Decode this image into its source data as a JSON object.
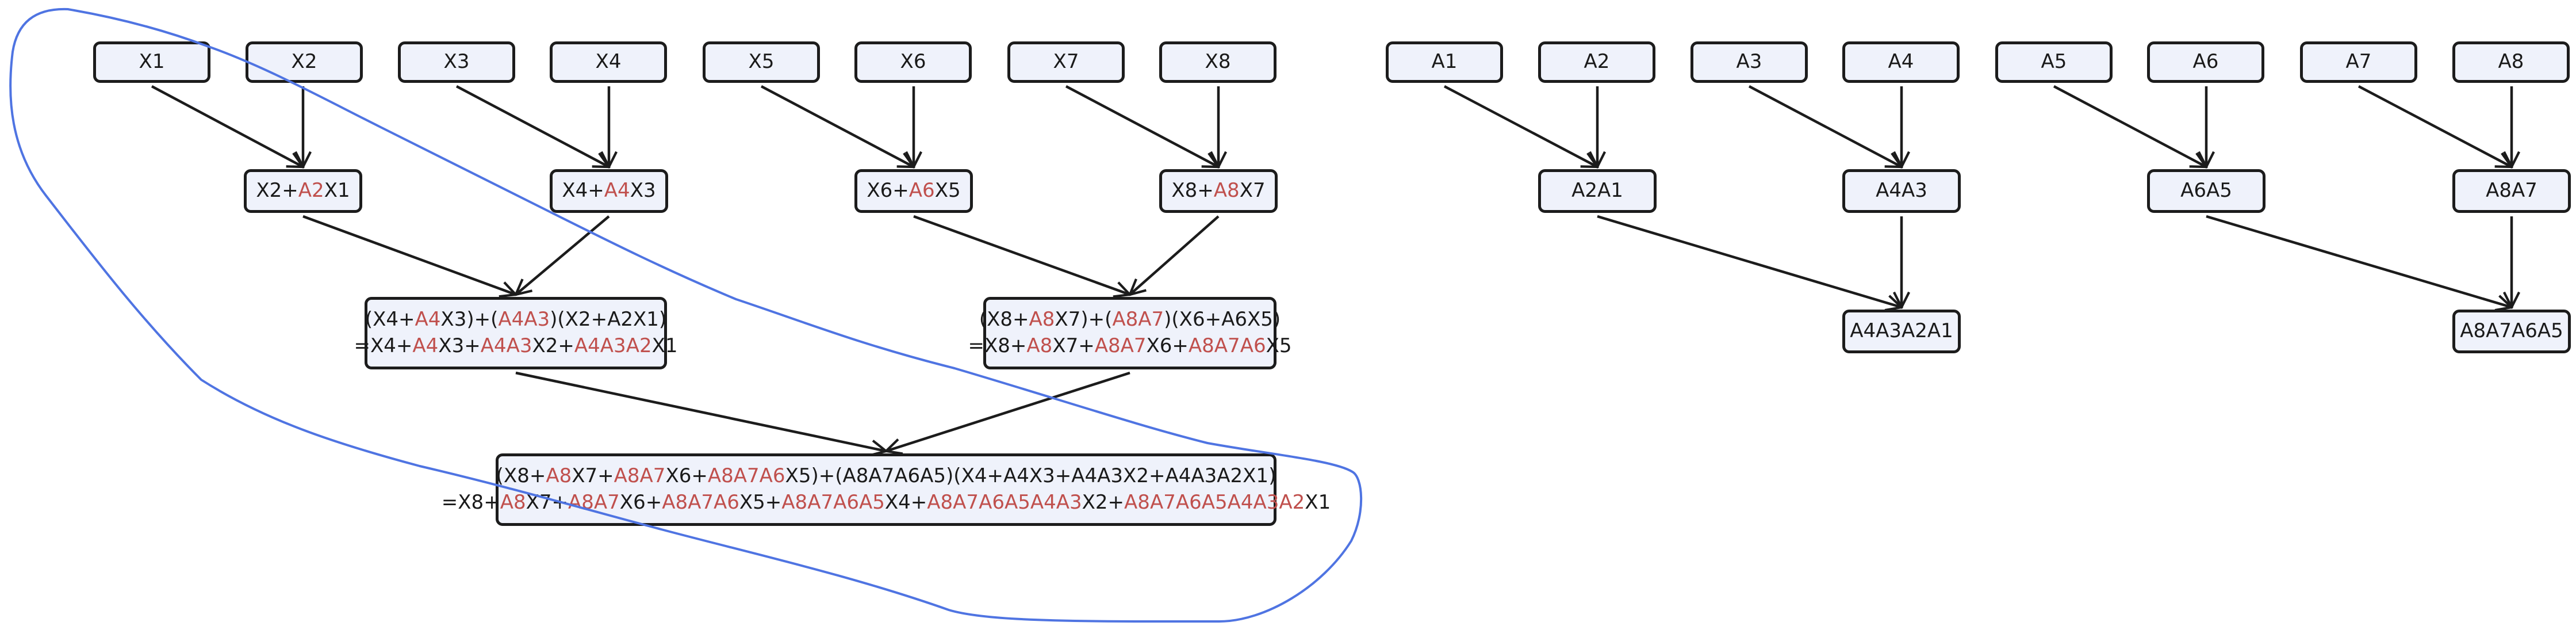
{
  "colors": {
    "node_fill": "#eff2fb",
    "node_border": "#1c1c1c",
    "highlight": "#c0504d",
    "arrow": "#1c1c1c",
    "loop": "#4f74e2"
  },
  "nodes": {
    "x1": {
      "lines": [
        [
          {
            "t": "X1"
          }
        ]
      ]
    },
    "x2": {
      "lines": [
        [
          {
            "t": "X2"
          }
        ]
      ]
    },
    "x3": {
      "lines": [
        [
          {
            "t": "X3"
          }
        ]
      ]
    },
    "x4": {
      "lines": [
        [
          {
            "t": "X4"
          }
        ]
      ]
    },
    "x5": {
      "lines": [
        [
          {
            "t": "X5"
          }
        ]
      ]
    },
    "x6": {
      "lines": [
        [
          {
            "t": "X6"
          }
        ]
      ]
    },
    "x7": {
      "lines": [
        [
          {
            "t": "X7"
          }
        ]
      ]
    },
    "x8": {
      "lines": [
        [
          {
            "t": "X8"
          }
        ]
      ]
    },
    "a1": {
      "lines": [
        [
          {
            "t": "A1"
          }
        ]
      ]
    },
    "a2": {
      "lines": [
        [
          {
            "t": "A2"
          }
        ]
      ]
    },
    "a3": {
      "lines": [
        [
          {
            "t": "A3"
          }
        ]
      ]
    },
    "a4": {
      "lines": [
        [
          {
            "t": "A4"
          }
        ]
      ]
    },
    "a5": {
      "lines": [
        [
          {
            "t": "A5"
          }
        ]
      ]
    },
    "a6": {
      "lines": [
        [
          {
            "t": "A6"
          }
        ]
      ]
    },
    "a7": {
      "lines": [
        [
          {
            "t": "A7"
          }
        ]
      ]
    },
    "a8": {
      "lines": [
        [
          {
            "t": "A8"
          }
        ]
      ]
    },
    "x2x1": {
      "lines": [
        [
          {
            "t": "X2+"
          },
          {
            "t": "A2",
            "h": true
          },
          {
            "t": "X1"
          }
        ]
      ]
    },
    "x4x3": {
      "lines": [
        [
          {
            "t": "X4+"
          },
          {
            "t": "A4",
            "h": true
          },
          {
            "t": "X3"
          }
        ]
      ]
    },
    "x6x5": {
      "lines": [
        [
          {
            "t": "X6+"
          },
          {
            "t": "A6",
            "h": true
          },
          {
            "t": "X5"
          }
        ]
      ]
    },
    "x8x7": {
      "lines": [
        [
          {
            "t": "X8+"
          },
          {
            "t": "A8",
            "h": true
          },
          {
            "t": "X7"
          }
        ]
      ]
    },
    "a2a1": {
      "lines": [
        [
          {
            "t": "A2A1"
          }
        ]
      ]
    },
    "a4a3": {
      "lines": [
        [
          {
            "t": "A4A3"
          }
        ]
      ]
    },
    "a6a5": {
      "lines": [
        [
          {
            "t": "A6A5"
          }
        ]
      ]
    },
    "a8a7": {
      "lines": [
        [
          {
            "t": "A8A7"
          }
        ]
      ]
    },
    "x4x1": {
      "lines": [
        [
          {
            "t": "(X4+"
          },
          {
            "t": "A4",
            "h": true
          },
          {
            "t": "X3)+("
          },
          {
            "t": "A4A3",
            "h": true
          },
          {
            "t": ")(X2+A2X1)"
          }
        ],
        [
          {
            "t": "=X4+"
          },
          {
            "t": "A4",
            "h": true
          },
          {
            "t": "X3+"
          },
          {
            "t": "A4A3",
            "h": true
          },
          {
            "t": "X2+"
          },
          {
            "t": "A4A3A2",
            "h": true
          },
          {
            "t": "X1"
          }
        ]
      ]
    },
    "x8x5": {
      "lines": [
        [
          {
            "t": "(X8+"
          },
          {
            "t": "A8",
            "h": true
          },
          {
            "t": "X7)+("
          },
          {
            "t": "A8A7",
            "h": true
          },
          {
            "t": ")(X6+A6X5)"
          }
        ],
        [
          {
            "t": "=X8+"
          },
          {
            "t": "A8",
            "h": true
          },
          {
            "t": "X7+"
          },
          {
            "t": "A8A7",
            "h": true
          },
          {
            "t": "X6+"
          },
          {
            "t": "A8A7A6",
            "h": true
          },
          {
            "t": "X5"
          }
        ]
      ]
    },
    "a4a1": {
      "lines": [
        [
          {
            "t": "A4A3A2A1"
          }
        ]
      ]
    },
    "a8a5": {
      "lines": [
        [
          {
            "t": "A8A7A6A5"
          }
        ]
      ]
    },
    "final": {
      "lines": [
        [
          {
            "t": "(X8+"
          },
          {
            "t": "A8",
            "h": true
          },
          {
            "t": "X7+"
          },
          {
            "t": "A8A7",
            "h": true
          },
          {
            "t": "X6+"
          },
          {
            "t": "A8A7A6",
            "h": true
          },
          {
            "t": "X5)+(A8A7A6A5)(X4+A4X3+A4A3X2+A4A3A2X1)"
          }
        ],
        [
          {
            "t": "=X8+"
          },
          {
            "t": "A8",
            "h": true
          },
          {
            "t": "X7+"
          },
          {
            "t": "A8A7",
            "h": true
          },
          {
            "t": "X6+"
          },
          {
            "t": "A8A7A6",
            "h": true
          },
          {
            "t": "X5+"
          },
          {
            "t": "A8A7A6A5",
            "h": true
          },
          {
            "t": "X4+"
          },
          {
            "t": "A8A7A6A5A4A3",
            "h": true
          },
          {
            "t": "X2+"
          },
          {
            "t": "A8A7A6A5A4A3A2",
            "h": true
          },
          {
            "t": "X1"
          }
        ]
      ]
    }
  },
  "edges": [
    [
      "x1",
      "x2x1"
    ],
    [
      "x2",
      "x2x1"
    ],
    [
      "x3",
      "x4x3"
    ],
    [
      "x4",
      "x4x3"
    ],
    [
      "x5",
      "x6x5"
    ],
    [
      "x6",
      "x6x5"
    ],
    [
      "x7",
      "x8x7"
    ],
    [
      "x8",
      "x8x7"
    ],
    [
      "x2x1",
      "x4x1"
    ],
    [
      "x4x3",
      "x4x1"
    ],
    [
      "x6x5",
      "x8x5"
    ],
    [
      "x8x7",
      "x8x5"
    ],
    [
      "x4x1",
      "final"
    ],
    [
      "x8x5",
      "final"
    ],
    [
      "a1",
      "a2a1"
    ],
    [
      "a2",
      "a2a1"
    ],
    [
      "a3",
      "a4a3"
    ],
    [
      "a4",
      "a4a3"
    ],
    [
      "a5",
      "a6a5"
    ],
    [
      "a6",
      "a6a5"
    ],
    [
      "a7",
      "a8a7"
    ],
    [
      "a8",
      "a8a7"
    ],
    [
      "a2a1",
      "a4a1"
    ],
    [
      "a4a3",
      "a4a1"
    ],
    [
      "a6a5",
      "a8a5"
    ],
    [
      "a8a7",
      "a8a5"
    ]
  ]
}
